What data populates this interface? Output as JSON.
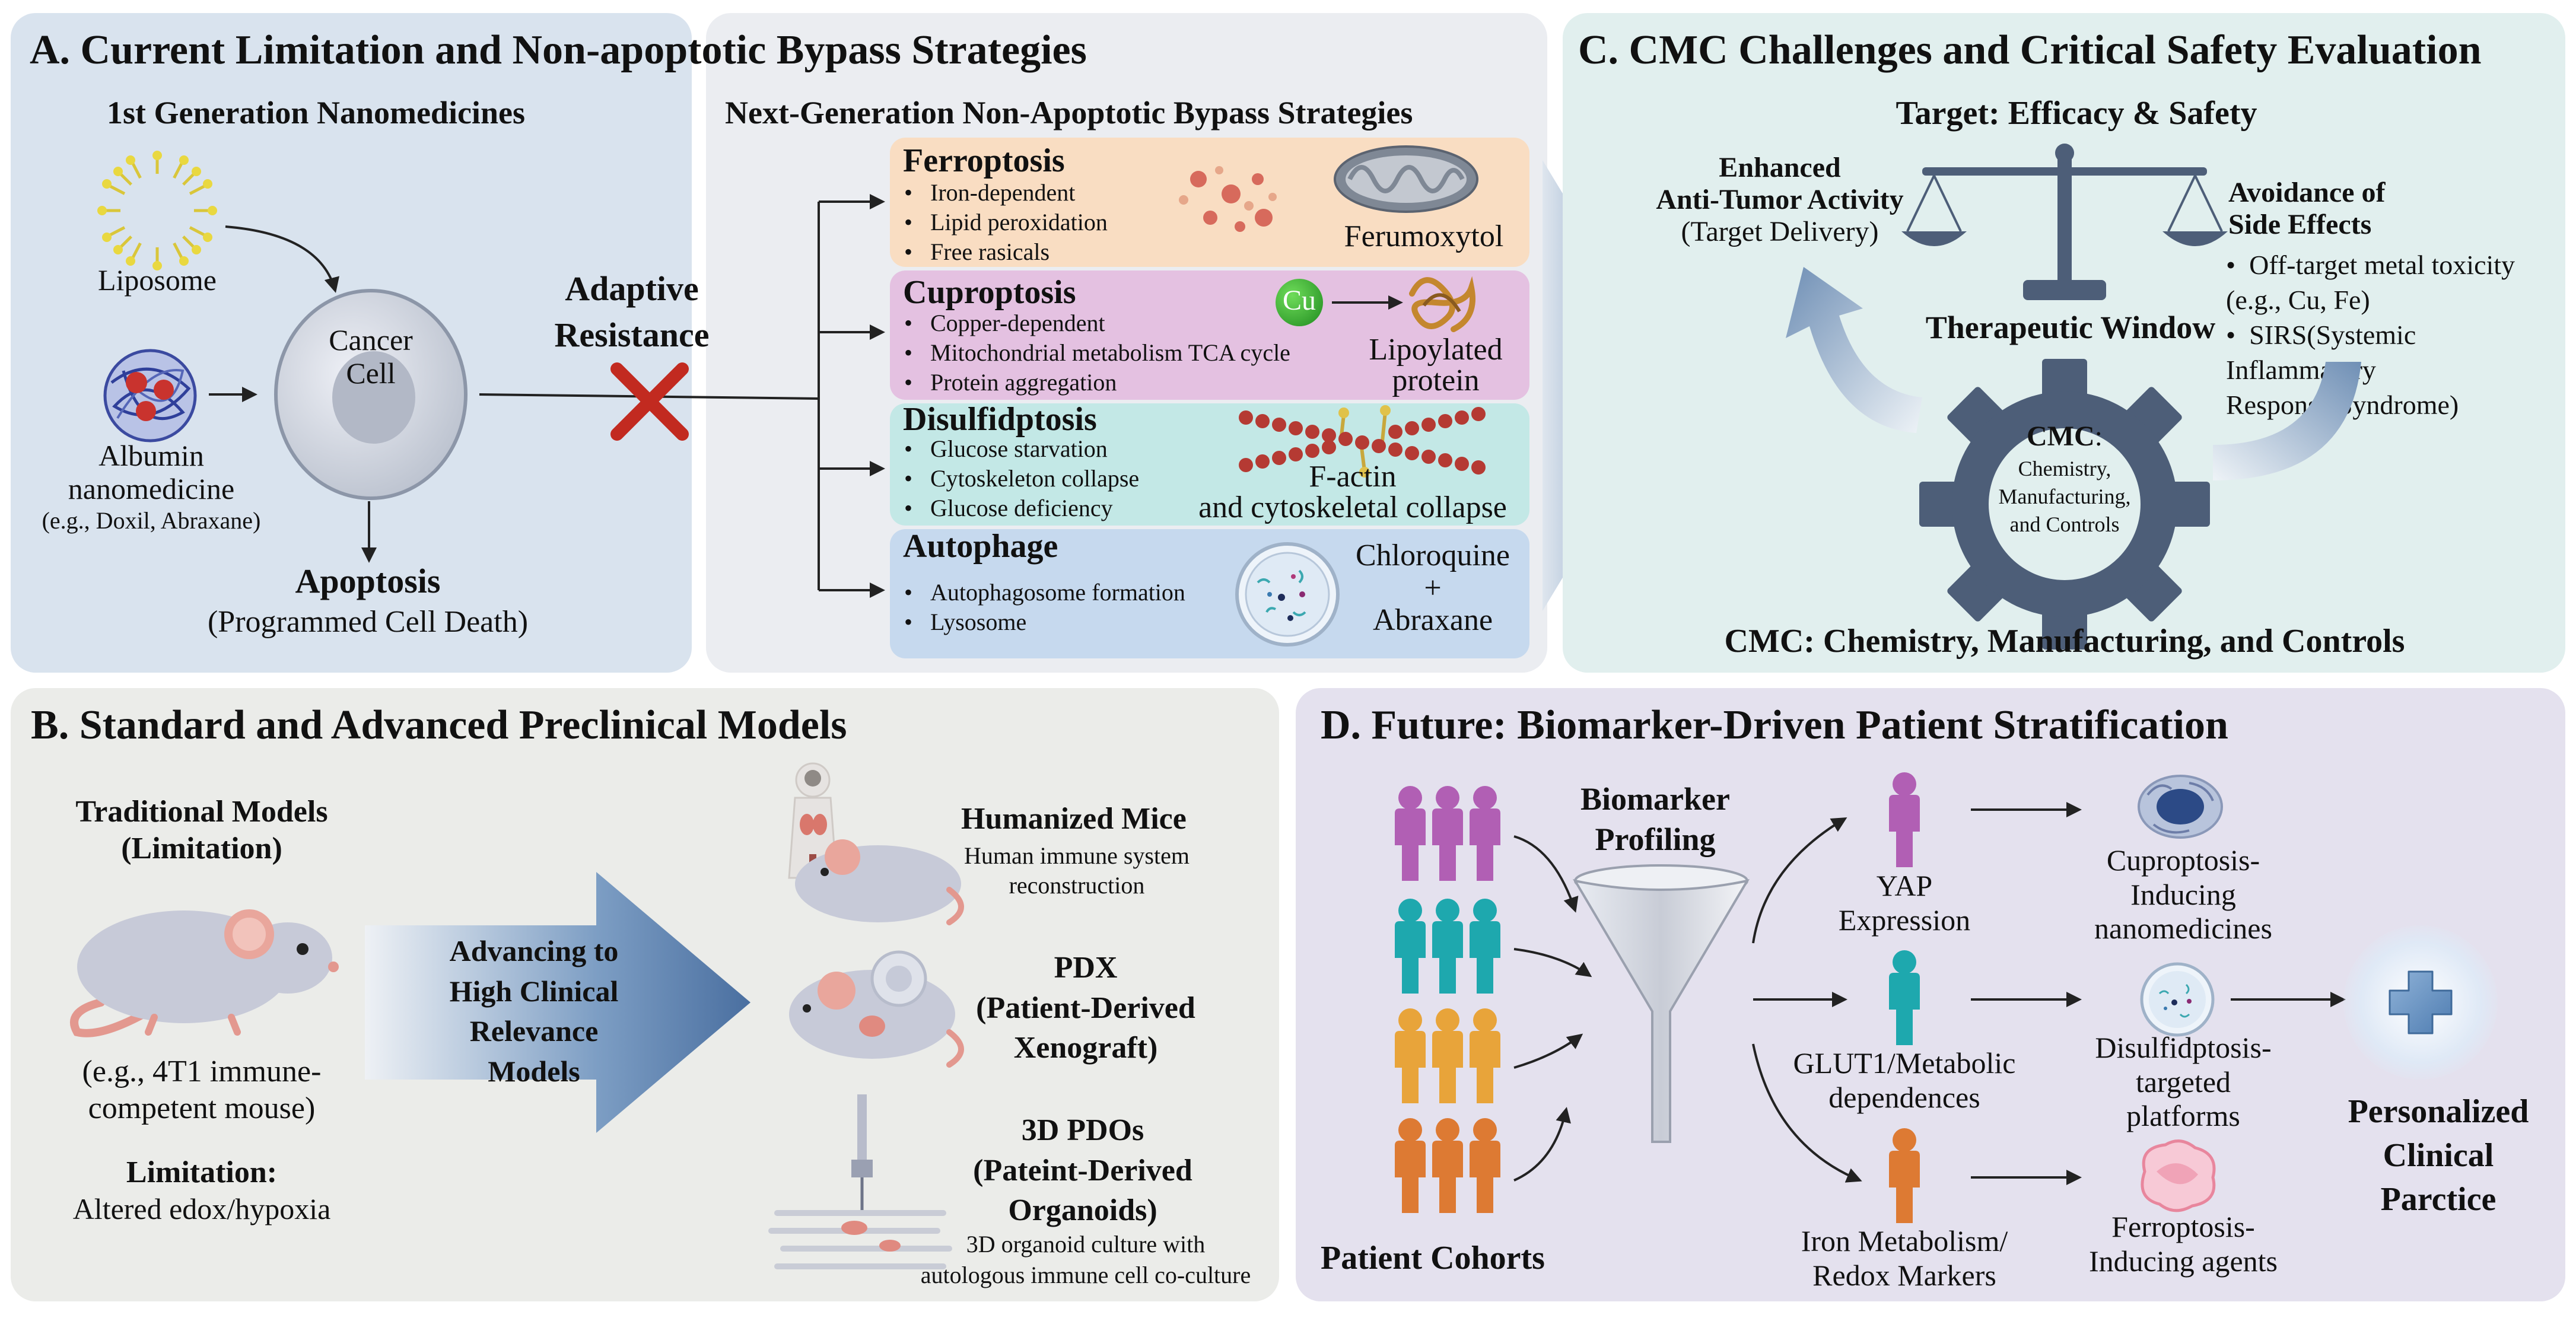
{
  "panelA": {
    "title": "A.  Current Limitation and Non-apoptotic Bypass Strategies",
    "first_gen": "1st Generation Nanomedicines",
    "next_gen": "Next-Generation Non-Apoptotic Bypass Strategies",
    "liposome": "Liposome",
    "albumin": [
      "Albumin",
      "nanomedicine",
      "(e.g., Doxil, Abraxane)"
    ],
    "cancer_cell": [
      "Cancer",
      "Cell"
    ],
    "apoptosis": "Apoptosis",
    "apoptosis_sub": "(Programmed Cell Death)",
    "adaptive": [
      "Adaptive",
      "Resistance"
    ],
    "ferroptosis": {
      "title": "Ferroptosis",
      "bullets": [
        "Iron-dependent",
        "Lipid peroxidation",
        "Free rasicals"
      ],
      "label": "Ferumoxytol"
    },
    "cuproptosis": {
      "title": "Cuproptosis",
      "bullets": [
        "Copper-dependent",
        "Mitochondrial metabolism TCA cycle",
        "Protein aggregation"
      ],
      "cu": "Cu",
      "label": [
        "Lipoylated",
        "protein"
      ]
    },
    "disulfidptosis": {
      "title": "Disulfidptosis",
      "bullets": [
        "Glucose starvation",
        "Cytoskeleton collapse",
        "Glucose deficiency"
      ],
      "label": [
        "F-actin",
        "and cytoskeletal collapse"
      ]
    },
    "autophage": {
      "title": "Autophage",
      "bullets": [
        "Autophagosome formation",
        "Lysosome"
      ],
      "label": [
        "Chloroquine",
        "+",
        "Abraxane"
      ]
    }
  },
  "panelC": {
    "title": "C. CMC Challenges and Critical Safety Evaluation",
    "target": "Target: Efficacy & Safety",
    "enhanced": [
      "Enhanced",
      "Anti-Tumor Activity",
      "(Target Delivery)"
    ],
    "avoidance": [
      "Avoidance of",
      "Side Effects"
    ],
    "side_bullets": [
      "Off-target metal toxicity",
      "(e.g., Cu, Fe)",
      "SIRS(Systemic",
      "Inflammatory",
      "Response Syndrome)"
    ],
    "window": "Therapeutic Window",
    "gear_title": "CMC",
    "gear_colon": ":",
    "gear_lines": [
      "Chemistry,",
      "Manufacturing,",
      "and Controls"
    ],
    "footer": "CMC: Chemistry, Manufacturing, and Controls"
  },
  "panelB": {
    "title": "B. Standard and Advanced Preclinical Models",
    "traditional": [
      "Traditional Models",
      "(Limitation)"
    ],
    "example": [
      "(e.g., 4T1 immune-",
      "competent mouse)"
    ],
    "limitation": "Limitation:",
    "limitation_text": "Altered edox/hypoxia",
    "arrow_text": [
      "Advancing to",
      "High Clinical",
      "Relevance",
      "Models"
    ],
    "humanized": "Humanized Mice",
    "humanized_sub": [
      "Human immune system",
      "reconstruction"
    ],
    "pdx": [
      "PDX",
      "(Patient-Derived",
      "Xenograft)"
    ],
    "pdo": [
      "3D PDOs",
      "(Pateint-Derived",
      "Organoids)"
    ],
    "pdo_sub": [
      "3D organoid culture with",
      "autologous immune cell co-culture"
    ]
  },
  "panelD": {
    "title": "D. Future: Biomarker-Driven Patient Stratification",
    "biomarker": [
      "Biomarker",
      "Profiling"
    ],
    "cohorts": "Patient Cohorts",
    "yap": [
      "YAP",
      "Expression"
    ],
    "glut": [
      "GLUT1/Metabolic",
      "dependences"
    ],
    "iron": [
      "Iron Metabolism/",
      "Redox Markers"
    ],
    "cupro": [
      "Cuproptosis-",
      "Inducing",
      "nanomedicines"
    ],
    "disulf": [
      "Disulfidptosis-",
      "targeted",
      "platforms"
    ],
    "ferro": [
      "Ferroptosis-",
      "Inducing agents"
    ],
    "personalized": [
      "Personalized",
      "Clinical",
      "Parctice"
    ]
  },
  "colors": {
    "panelA": "#d9e3ee",
    "panelA_right": "#ebedf1",
    "panelC": "#e1efee",
    "panelB": "#ebece9",
    "panelD": "#e4e1ee",
    "ferro_box": "#f9ddc2",
    "cupro_box": "#e4c1e1",
    "disulf_box": "#c3e8e6",
    "auto_box": "#c6d9ee",
    "gear": "#4d5e78",
    "cohort_purple": "#b15fb4",
    "cohort_teal": "#1ea8ae",
    "cohort_yellow": "#e8a43a",
    "cohort_orange": "#dd7a33"
  }
}
